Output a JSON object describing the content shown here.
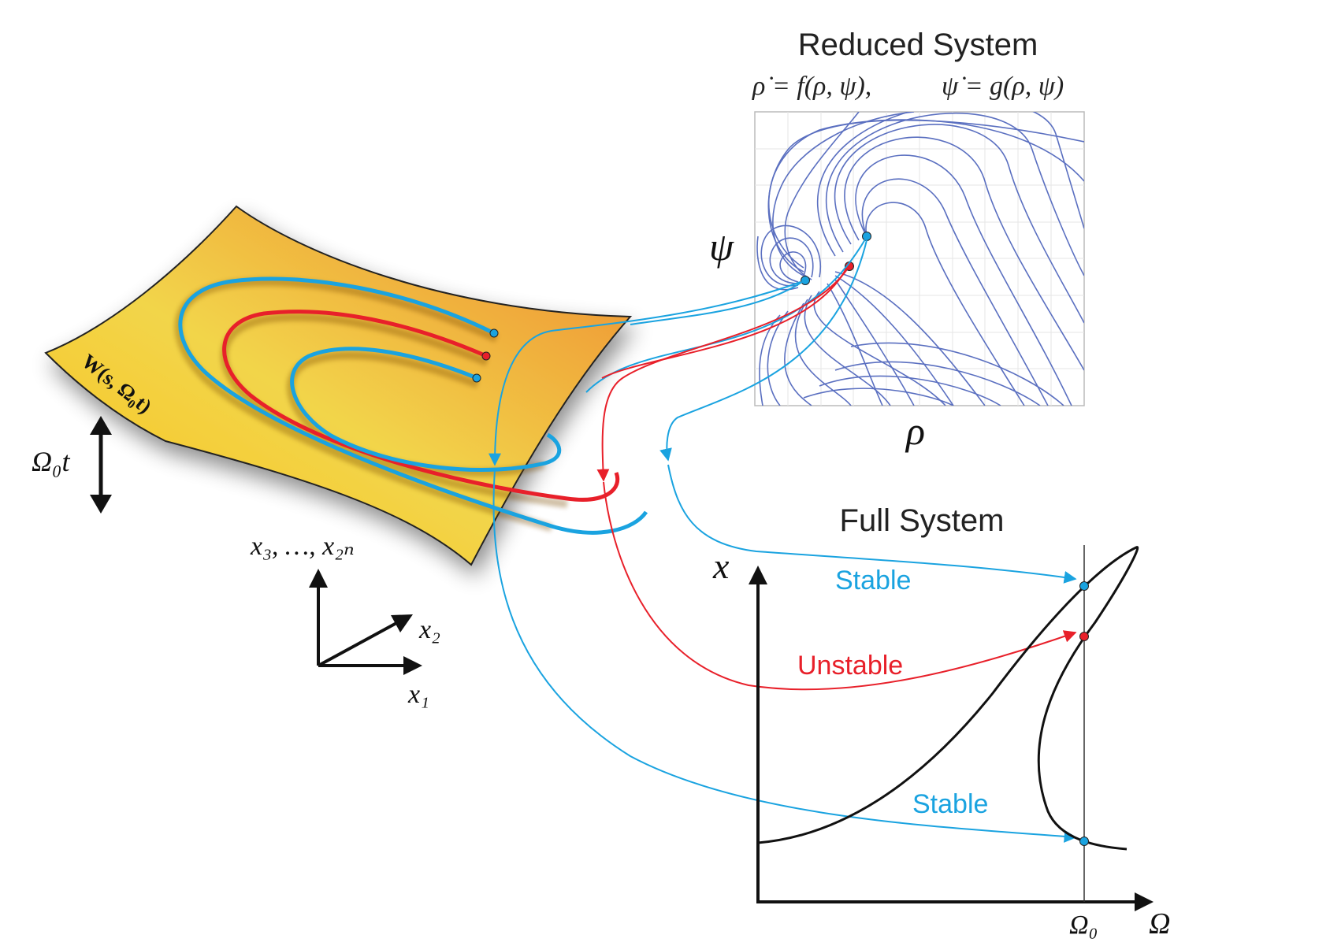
{
  "colors": {
    "stable": "#1aa3e0",
    "unstable": "#e8202a",
    "flow_lines": "#5a6fc0",
    "manifold_light": "#f7d33a",
    "manifold_dark": "#f08a2c",
    "axis": "#111111"
  },
  "manifold": {
    "label": "W(s, Ω₀t)",
    "time_label": "Ω₀t",
    "coord_label_x3": "x₃, …, x₂ₙ",
    "coord_label_x2": "x₂",
    "coord_label_x1": "x₁"
  },
  "reduced": {
    "title": "Reduced System",
    "equation_rho": "ρ̇ = f(ρ, ψ),",
    "equation_psi": "ψ̇ = g(ρ, ψ)",
    "ylabel": "ψ",
    "xlabel": "ρ"
  },
  "full": {
    "title": "Full System",
    "ylabel": "x",
    "xlabel": "Ω",
    "tick_label": "Ω₀",
    "label_stable_top": "Stable",
    "label_unstable": "Unstable",
    "label_stable_bottom": "Stable"
  }
}
